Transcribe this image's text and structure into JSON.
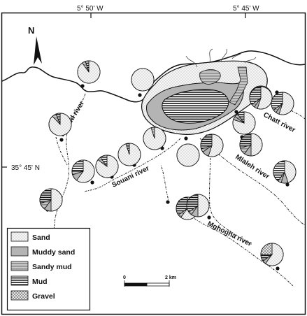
{
  "coords": {
    "lon_left": "5° 50' W",
    "lon_right": "5° 45' W",
    "lat": "35° 45' N"
  },
  "north_label": "N",
  "rivers": {
    "lihoud": "Lihoud river",
    "chatt": "Chatt river",
    "souani": "Souani river",
    "mlaleh": "Mlaleh river",
    "mghogha": "Mghogha river"
  },
  "legend": {
    "items": [
      {
        "label": "Sand",
        "pattern": "sand"
      },
      {
        "label": "Muddy sand",
        "pattern": "muddy-sand"
      },
      {
        "label": "Sandy mud",
        "pattern": "sandy-mud"
      },
      {
        "label": "Mud",
        "pattern": "mud"
      },
      {
        "label": "Gravel",
        "pattern": "gravel"
      }
    ]
  },
  "scale_bar": {
    "start": "0",
    "end": "2 km"
  },
  "colors": {
    "sand": "#f2f2f2",
    "muddy_sand": "#b8b8b8",
    "sandy_mud": "#9a9a9a",
    "mud": "#1a1a1a",
    "gravel": "#5a5a5a",
    "line": "#111111"
  },
  "stations": [
    {
      "id": "s1",
      "sand": 0.9,
      "muddy_sand": 0.0,
      "sandy_mud": 0.05,
      "mud": 0.05,
      "gravel": 0.0
    },
    {
      "id": "s2",
      "sand": 1.0,
      "muddy_sand": 0.0,
      "sandy_mud": 0.0,
      "mud": 0.0,
      "gravel": 0.0
    },
    {
      "id": "s3",
      "sand": 0.88,
      "muddy_sand": 0.0,
      "sandy_mud": 0.06,
      "mud": 0.06,
      "gravel": 0.0
    },
    {
      "id": "s4",
      "sand": 0.6,
      "muddy_sand": 0.1,
      "sandy_mud": 0.05,
      "mud": 0.25,
      "gravel": 0.0
    },
    {
      "id": "s5",
      "sand": 0.5,
      "muddy_sand": 0.1,
      "sandy_mud": 0.1,
      "mud": 0.3,
      "gravel": 0.0
    },
    {
      "id": "s6",
      "sand": 0.85,
      "muddy_sand": 0.0,
      "sandy_mud": 0.05,
      "mud": 0.1,
      "gravel": 0.0
    },
    {
      "id": "s7",
      "sand": 0.95,
      "muddy_sand": 0.0,
      "sandy_mud": 0.0,
      "mud": 0.05,
      "gravel": 0.0
    },
    {
      "id": "s8",
      "sand": 0.95,
      "muddy_sand": 0.0,
      "sandy_mud": 0.05,
      "mud": 0.0,
      "gravel": 0.0
    },
    {
      "id": "s9",
      "sand": 1.0,
      "muddy_sand": 0.0,
      "sandy_mud": 0.0,
      "mud": 0.0,
      "gravel": 0.0
    },
    {
      "id": "s10",
      "sand": 0.55,
      "muddy_sand": 0.1,
      "sandy_mud": 0.05,
      "mud": 0.3,
      "gravel": 0.0
    },
    {
      "id": "s11",
      "sand": 0.8,
      "muddy_sand": 0.05,
      "sandy_mud": 0.05,
      "mud": 0.1,
      "gravel": 0.0
    },
    {
      "id": "s12",
      "sand": 0.5,
      "muddy_sand": 0.1,
      "sandy_mud": 0.1,
      "mud": 0.3,
      "gravel": 0.0
    },
    {
      "id": "s13",
      "sand": 0.55,
      "muddy_sand": 0.05,
      "sandy_mud": 0.05,
      "mud": 0.35,
      "gravel": 0.0
    },
    {
      "id": "s14",
      "sand": 0.5,
      "muddy_sand": 0.1,
      "sandy_mud": 0.1,
      "mud": 0.3,
      "gravel": 0.0
    },
    {
      "id": "s15",
      "sand": 0.45,
      "muddy_sand": 0.1,
      "sandy_mud": 0.05,
      "mud": 0.4,
      "gravel": 0.0
    },
    {
      "id": "s16",
      "sand": 0.6,
      "muddy_sand": 0.0,
      "sandy_mud": 0.05,
      "mud": 0.35,
      "gravel": 0.0
    },
    {
      "id": "s17",
      "sand": 0.5,
      "muddy_sand": 0.1,
      "sandy_mud": 0.05,
      "mud": 0.35,
      "gravel": 0.0
    },
    {
      "id": "s18",
      "sand": 0.6,
      "muddy_sand": 0.05,
      "sandy_mud": 0.0,
      "mud": 0.1,
      "gravel": 0.25
    },
    {
      "id": "s19",
      "sand": 0.55,
      "muddy_sand": 0.05,
      "sandy_mud": 0.05,
      "mud": 0.35,
      "gravel": 0.0
    }
  ]
}
